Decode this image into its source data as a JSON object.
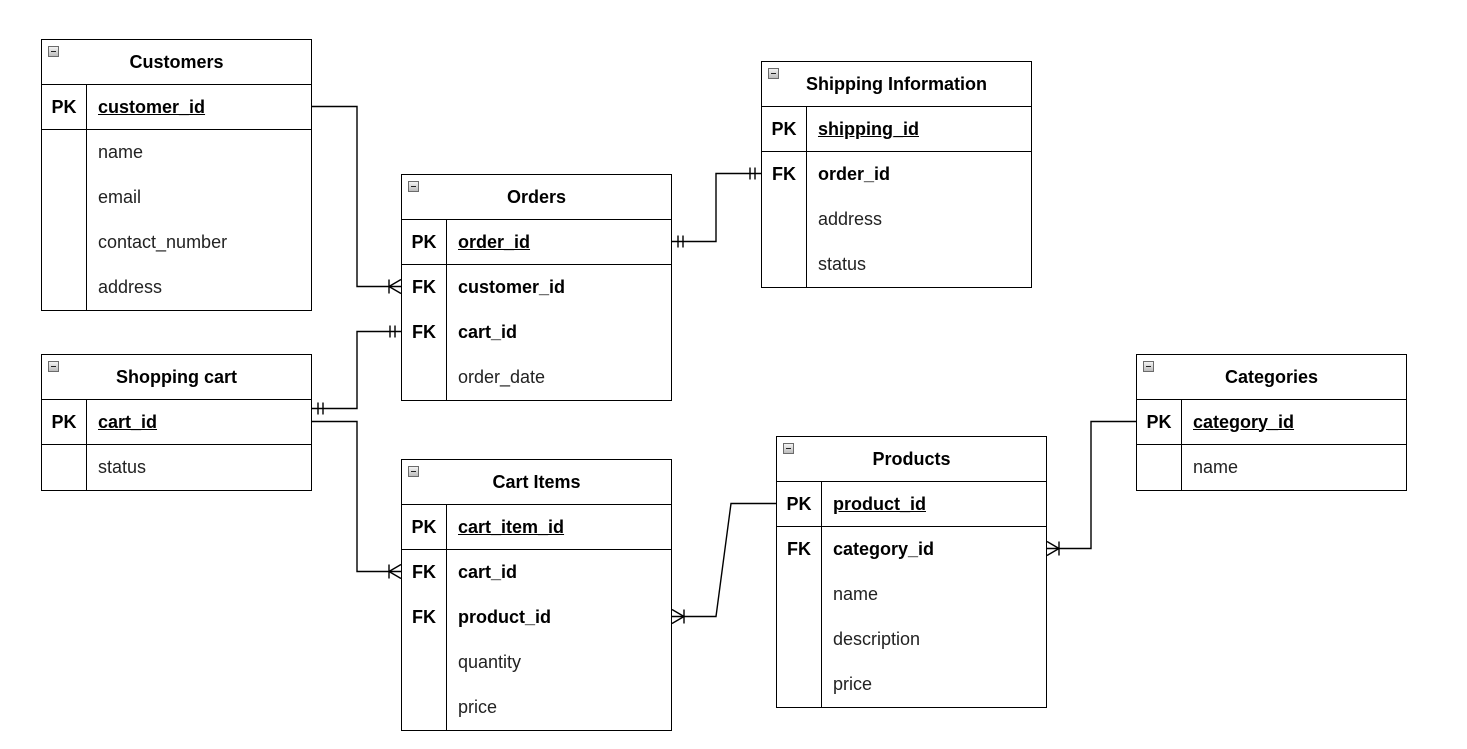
{
  "entities": [
    {
      "id": "customers",
      "title": "Customers",
      "rows": [
        {
          "key": "PK",
          "name": "customer_id",
          "kind": "pk"
        },
        {
          "key": "",
          "name": "name",
          "kind": "attr"
        },
        {
          "key": "",
          "name": "email",
          "kind": "attr"
        },
        {
          "key": "",
          "name": "contact_number",
          "kind": "attr"
        },
        {
          "key": "",
          "name": "address",
          "kind": "attr"
        }
      ]
    },
    {
      "id": "shopping-cart",
      "title": "Shopping cart",
      "rows": [
        {
          "key": "PK",
          "name": "cart_id",
          "kind": "pk"
        },
        {
          "key": "",
          "name": "status",
          "kind": "attr"
        }
      ]
    },
    {
      "id": "orders",
      "title": "Orders",
      "rows": [
        {
          "key": "PK",
          "name": "order_id",
          "kind": "pk"
        },
        {
          "key": "FK",
          "name": "customer_id",
          "kind": "fk"
        },
        {
          "key": "FK",
          "name": "cart_id",
          "kind": "fk"
        },
        {
          "key": "",
          "name": "order_date",
          "kind": "attr"
        }
      ]
    },
    {
      "id": "shipping-information",
      "title": "Shipping Information",
      "rows": [
        {
          "key": "PK",
          "name": "shipping_id",
          "kind": "pk"
        },
        {
          "key": "FK",
          "name": "order_id",
          "kind": "fk"
        },
        {
          "key": "",
          "name": "address",
          "kind": "attr"
        },
        {
          "key": "",
          "name": "status",
          "kind": "attr"
        }
      ]
    },
    {
      "id": "cart-items",
      "title": "Cart Items",
      "rows": [
        {
          "key": "PK",
          "name": "cart_item_id",
          "kind": "pk"
        },
        {
          "key": "FK",
          "name": "cart_id",
          "kind": "fk"
        },
        {
          "key": "FK",
          "name": "product_id",
          "kind": "fk"
        },
        {
          "key": "",
          "name": "quantity",
          "kind": "attr"
        },
        {
          "key": "",
          "name": "price",
          "kind": "attr"
        }
      ]
    },
    {
      "id": "products",
      "title": "Products",
      "rows": [
        {
          "key": "PK",
          "name": "product_id",
          "kind": "pk"
        },
        {
          "key": "FK",
          "name": "category_id",
          "kind": "fk"
        },
        {
          "key": "",
          "name": "name",
          "kind": "attr"
        },
        {
          "key": "",
          "name": "description",
          "kind": "attr"
        },
        {
          "key": "",
          "name": "price",
          "kind": "attr"
        }
      ]
    },
    {
      "id": "categories",
      "title": "Categories",
      "rows": [
        {
          "key": "PK",
          "name": "category_id",
          "kind": "pk"
        },
        {
          "key": "",
          "name": "name",
          "kind": "attr"
        }
      ]
    }
  ],
  "relationships": [
    {
      "id": "customers-orders",
      "from": "customers.customer_id",
      "to": "orders.customer_id",
      "cardinality": "one-to-many"
    },
    {
      "id": "cart-orders",
      "from": "shopping-cart.cart_id",
      "to": "orders.cart_id",
      "cardinality": "one-to-one"
    },
    {
      "id": "orders-shipping",
      "from": "orders.order_id",
      "to": "shipping-information.order_id",
      "cardinality": "one-to-one"
    },
    {
      "id": "cart-cartitems",
      "from": "shopping-cart.cart_id",
      "to": "cart-items.cart_id",
      "cardinality": "one-to-many"
    },
    {
      "id": "products-cartitems",
      "from": "products.product_id",
      "to": "cart-items.product_id",
      "cardinality": "one-to-many"
    },
    {
      "id": "categories-products",
      "from": "categories.category_id",
      "to": "products.category_id",
      "cardinality": "one-to-many"
    }
  ]
}
